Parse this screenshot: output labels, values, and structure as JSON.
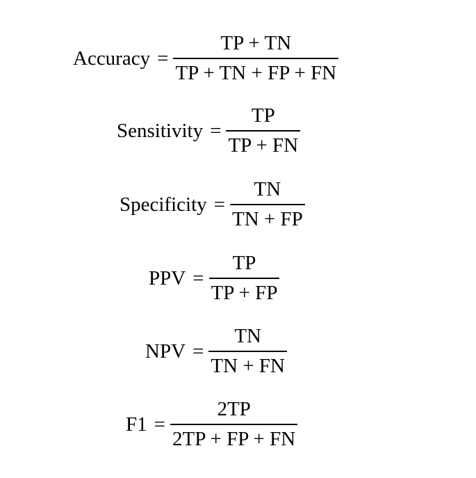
{
  "formulas": [
    {
      "name": "Accuracy",
      "equals": "=",
      "numerator": "TP + TN",
      "denominator": "TP + TN + FP + FN"
    },
    {
      "name": "Sensitivity",
      "equals": "=",
      "numerator": "TP",
      "denominator": "TP + FN"
    },
    {
      "name": "Specificity",
      "equals": "=",
      "numerator": "TN",
      "denominator": "TN + FP"
    },
    {
      "name": "PPV",
      "equals": "=",
      "numerator": "TP",
      "denominator": "TP + FP"
    },
    {
      "name": "NPV",
      "equals": "=",
      "numerator": "TN",
      "denominator": "TN + FN"
    },
    {
      "name": "F1",
      "equals": "=",
      "numerator": "2TP",
      "denominator": "2TP + FP + FN"
    }
  ]
}
